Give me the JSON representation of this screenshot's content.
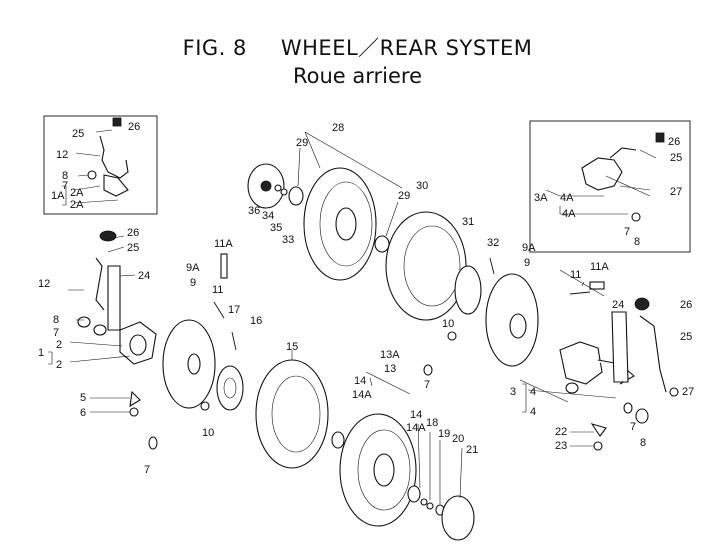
{
  "header": {
    "fig": "FIG. 8",
    "title": "WHEEL／REAR SYSTEM",
    "subtitle": "Roue arriere"
  },
  "left_inset": {
    "labels": [
      "25",
      "26",
      "12",
      "8",
      "7",
      "1A",
      "2A",
      "2A"
    ]
  },
  "right_inset": {
    "labels": [
      "26",
      "25",
      "27",
      "3A",
      "4A",
      "4A",
      "7",
      "8"
    ]
  },
  "left_assembly": {
    "labels": [
      "26",
      "25",
      "24",
      "12",
      "8",
      "7",
      "2",
      "1",
      "2",
      "5",
      "6",
      "7",
      "9A",
      "9",
      "11A",
      "11",
      "17",
      "16",
      "10"
    ]
  },
  "center_upper": {
    "labels": [
      "28",
      "29",
      "36",
      "34",
      "35",
      "33",
      "29",
      "30",
      "31",
      "32"
    ]
  },
  "center_lower": {
    "labels": [
      "15",
      "13A",
      "13",
      "14",
      "14A",
      "14",
      "14A",
      "18",
      "19",
      "20",
      "21"
    ]
  },
  "right_assembly": {
    "labels": [
      "9A",
      "9",
      "11",
      "11A",
      "10",
      "7",
      "24",
      "26",
      "25",
      "3",
      "4",
      "4",
      "27",
      "22",
      "23",
      "7",
      "8"
    ]
  }
}
